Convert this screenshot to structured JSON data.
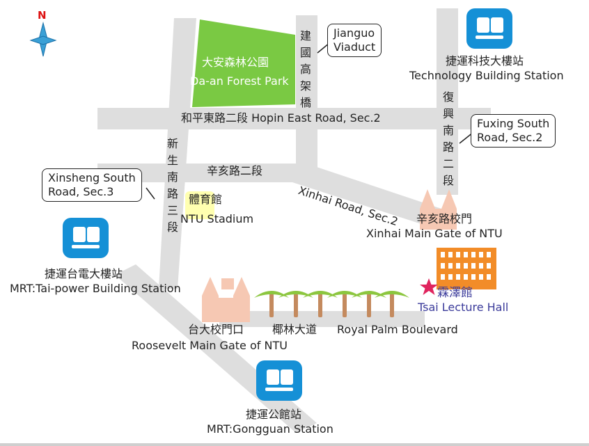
{
  "north": "N",
  "colors": {
    "road": "#dedede",
    "park": "#7ac943",
    "stadium": "#ffffb0",
    "mrt": "#1590d6",
    "gate": "#f6c8b3",
    "tsai_hall": "#f28c28",
    "star": "#e0245e",
    "tsai_text": "#3a3a9a"
  },
  "park": {
    "zh": "大安森林公園",
    "en": "Da-an Forest Park"
  },
  "roads": {
    "jianguo_viaduct_zh": "建\n國\n高\n架\n橋",
    "hopin_east": "和平東路二段 Hopin East Road, Sec.2",
    "xinhai_zh": "辛亥路二段",
    "xinhai_en": "Xinhai Road, Sec.2",
    "fuxing_zh": "復\n興\n南\n路\n二\n段",
    "xinsheng_zh": "新\n生\n南\n路\n三\n段"
  },
  "callouts": {
    "jianguo": "Jianguo\nViaduct",
    "fuxing": "Fuxing South\nRoad, Sec.2",
    "xinsheng": "Xinsheng South\nRoad, Sec.3"
  },
  "stations": {
    "technology": {
      "zh": "捷運科技大樓站",
      "en": "Technology Building Station"
    },
    "taipower": {
      "zh": "捷運台電大樓站",
      "en": "MRT:Tai-power Building Station"
    },
    "gongguan": {
      "zh": "捷運公館站",
      "en": "MRT:Gongguan Station"
    }
  },
  "stadium": {
    "zh": "體育館",
    "en": "NTU Stadium"
  },
  "xinhai_gate": {
    "zh": "辛亥路校門",
    "en": "Xinhai  Main Gate of NTU"
  },
  "tsai_hall": {
    "zh": "霖澤館",
    "en": "Tsai Lecture Hall"
  },
  "roosevelt_gate": {
    "zh": "台大校門口",
    "en": "Roosevelt Main Gate of NTU"
  },
  "boulevard": {
    "zh": "椰林大道",
    "en": "Royal Palm Boulevard"
  }
}
